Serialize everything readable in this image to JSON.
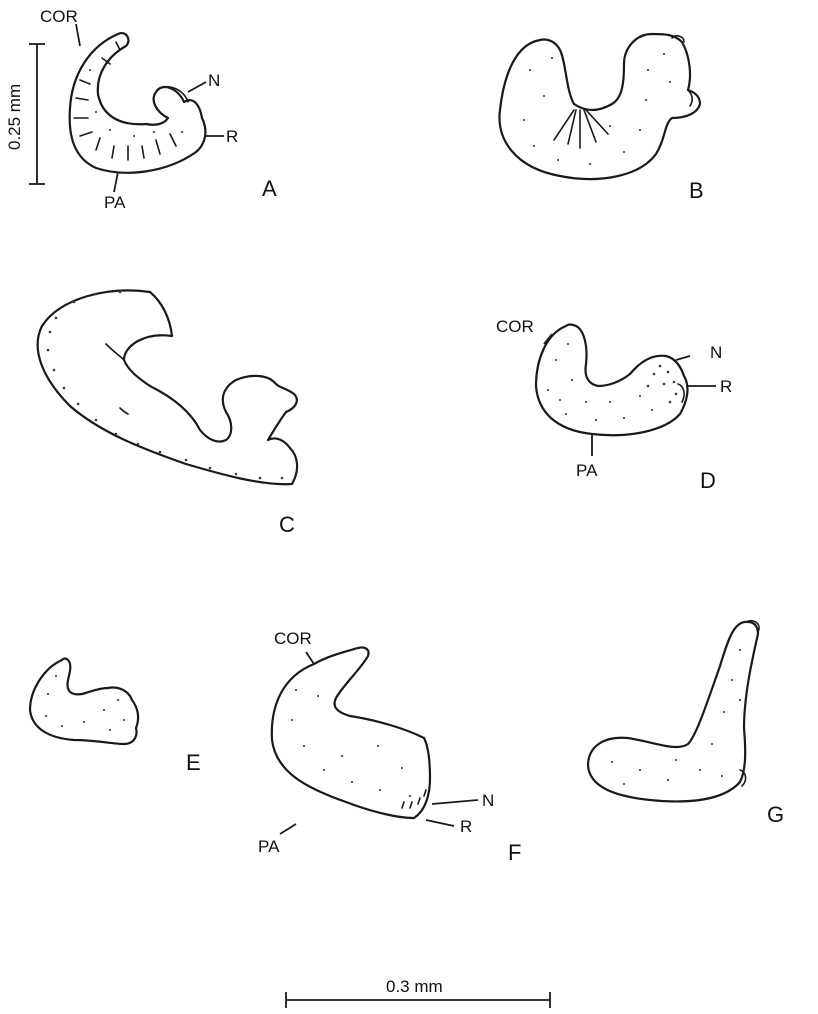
{
  "scale_bars": {
    "vertical": "0.25 mm",
    "horizontal": "0.3 mm"
  },
  "structure_labels": {
    "cor": "COR",
    "n": "N",
    "r": "R",
    "pa": "PA"
  },
  "panels": [
    "A",
    "B",
    "C",
    "D",
    "E",
    "F",
    "G"
  ],
  "colors": {
    "ink": "#1a1a1a",
    "paper": "#ffffff"
  }
}
